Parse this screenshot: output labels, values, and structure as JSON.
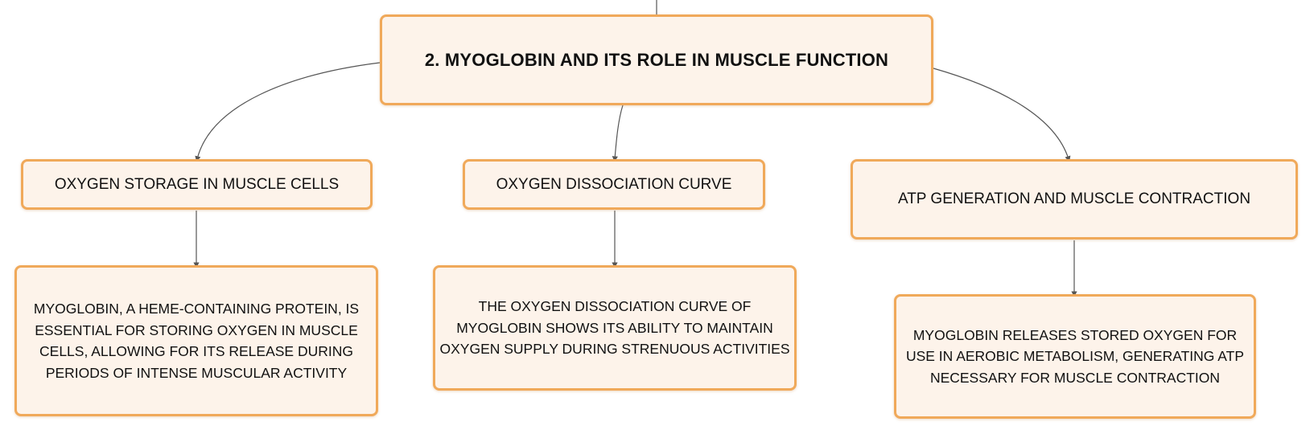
{
  "mindmap": {
    "root": {
      "label": "2. MYOGLOBIN AND ITS ROLE IN MUSCLE FUNCTION"
    },
    "branches": [
      {
        "topic": "OXYGEN STORAGE IN MUSCLE CELLS",
        "detail": "MYOGLOBIN, A HEME-CONTAINING PROTEIN, IS ESSENTIAL FOR STORING OXYGEN IN MUSCLE CELLS, ALLOWING FOR ITS RELEASE DURING PERIODS OF INTENSE MUSCULAR ACTIVITY"
      },
      {
        "topic": "OXYGEN DISSOCIATION CURVE",
        "detail": "THE OXYGEN DISSOCIATION CURVE OF MYOGLOBIN SHOWS ITS ABILITY TO MAINTAIN OXYGEN SUPPLY DURING STRENUOUS ACTIVITIES"
      },
      {
        "topic": "ATP GENERATION AND MUSCLE CONTRACTION",
        "detail": "MYOGLOBIN RELEASES STORED OXYGEN FOR USE IN AEROBIC METABOLISM, GENERATING ATP NECESSARY FOR MUSCLE CONTRACTION"
      }
    ]
  },
  "colors": {
    "node_fill": "#fdf3ea",
    "node_border": "#f0a95a",
    "connector": "#555555",
    "text": "#111111"
  }
}
